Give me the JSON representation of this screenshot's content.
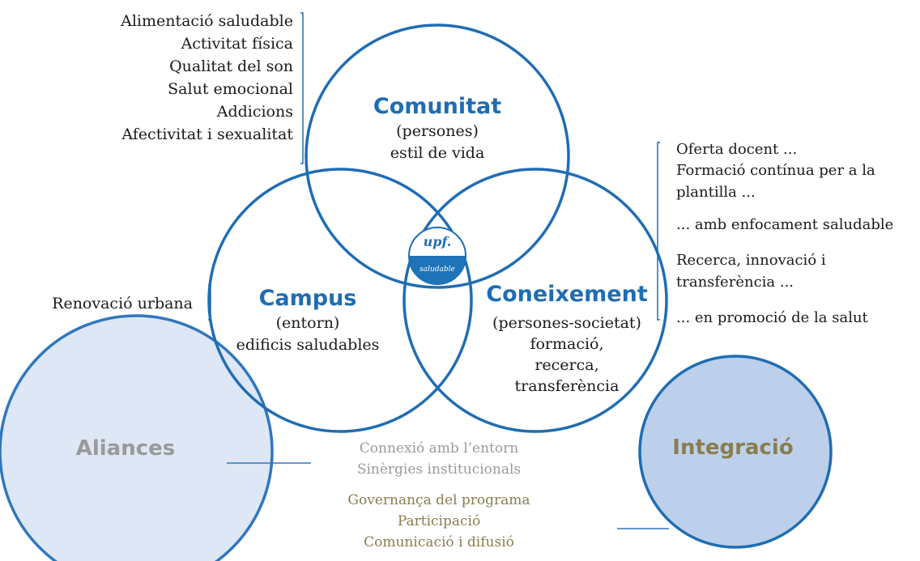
{
  "colors": {
    "circle_stroke": "#1f6db3",
    "title_blue": "#1f6db3",
    "body_text": "#1a1a1a",
    "grey_text": "#9a9a9a",
    "olive_text": "#8a7d4e",
    "aliances_fill": "#dde7f5",
    "aliances_stroke": "#2f77be",
    "integracio_fill": "#bcd0ec",
    "integracio_stroke": "#1f6db3",
    "logo_fill": "#1f73b8"
  },
  "comunitat": {
    "title": "Comunitat",
    "line1": "(persones)",
    "line2": "estil de vida",
    "topics": [
      "Alimentació saludable",
      "Activitat física",
      "Qualitat del son",
      "Salut emocional",
      "Addicions",
      "Afectivitat i sexualitat"
    ]
  },
  "campus": {
    "title": "Campus",
    "line1": "(entorn)",
    "line2": "edificis saludables",
    "side_note": "Renovació urbana"
  },
  "coneixement": {
    "title": "Coneixement",
    "line1": "(persones-societat)",
    "line2": "formació,",
    "line3": "recerca,",
    "line4": "transferència",
    "notes": [
      "Oferta docent ...",
      "Formació contínua per a la",
      "plantilla ...",
      "... amb enfocament saludable",
      "Recerca, innovació i",
      "transferència ...",
      "... en promoció de la salut"
    ]
  },
  "logo": {
    "top": "upf.",
    "bottom": "saludable",
    "icon": "upf-saludable-logo"
  },
  "aliances": {
    "title": "Aliances",
    "items": [
      "Connexió amb l’entorn",
      "Sinèrgies institucionals"
    ]
  },
  "integracio": {
    "title": "Integració",
    "items": [
      "Governança del programa",
      "Participació",
      "Comunicació i difusió"
    ]
  }
}
